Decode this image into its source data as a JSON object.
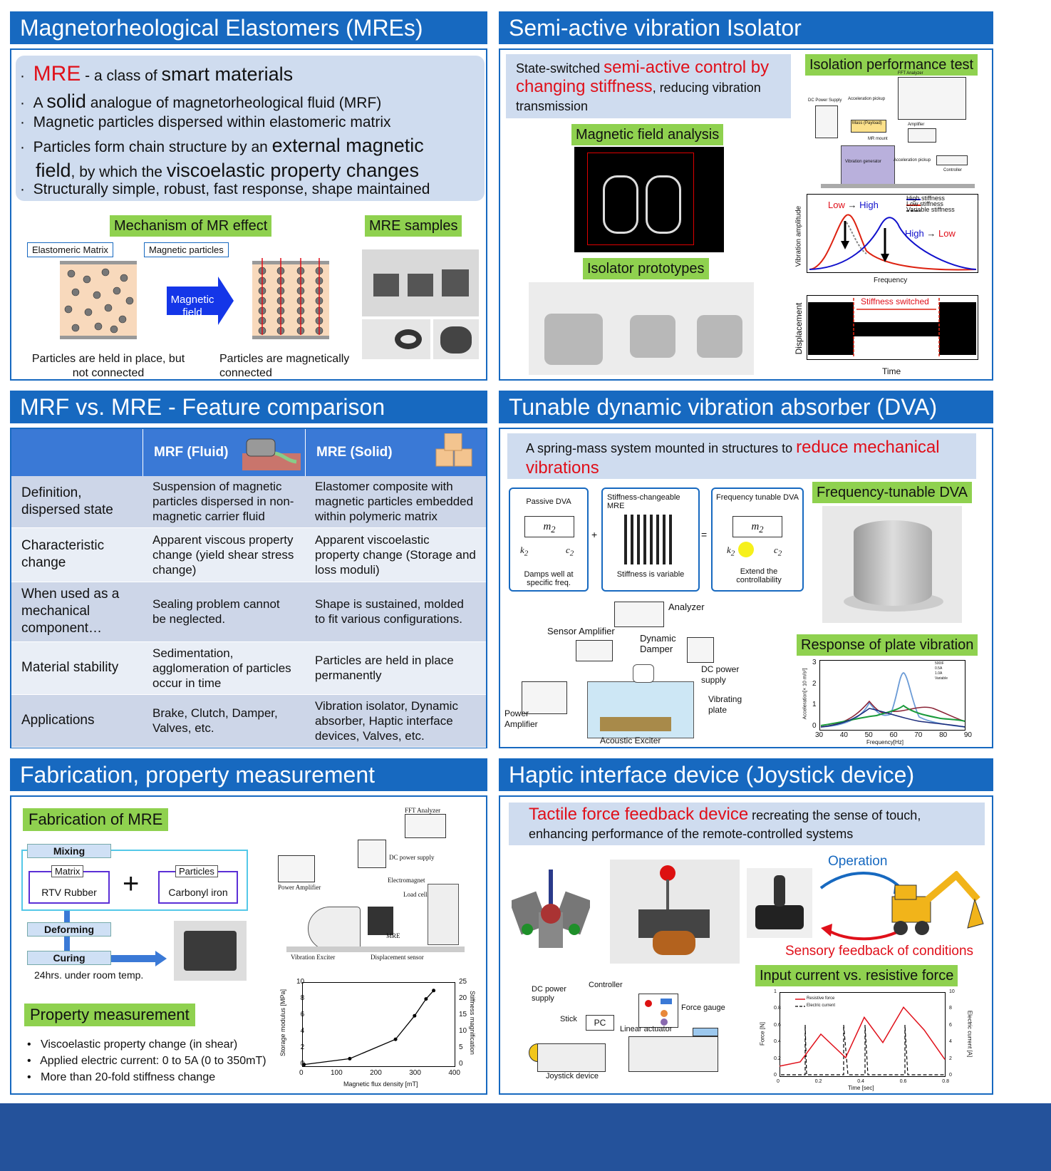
{
  "mre": {
    "header": "Magnetorheological Elastomers (MREs)",
    "b1a": "MRE",
    "b1b": " - a class of ",
    "b1c": "smart materials",
    "b2a": "A ",
    "b2b": "solid",
    "b2c": " analogue of magnetorheological fluid (MRF)",
    "b3": "Magnetic particles dispersed within elastomeric matrix",
    "b4a": "Particles form chain structure by an ",
    "b4b": "external magnetic field",
    "b4c": ", by which the ",
    "b4d": "viscoelastic property changes",
    "b5": "Structurally simple, robust, fast response, shape maintained",
    "mech_label": "Mechanism of MR effect",
    "samples_label": "MRE samples",
    "matrix_label": "Elastomeric Matrix",
    "particles_label": "Magnetic particles",
    "arrow_label": "Magnetic field",
    "cap_left": "Particles are held in place, but not connected",
    "cap_right": "Particles are magnetically connected"
  },
  "iso": {
    "header": "Semi-active vibration Isolator",
    "desc_a": "State-switched ",
    "desc_b": "semi-active control by changing stiffness",
    "desc_c": ", reducing vibration transmission",
    "perf_label": "Isolation performance test",
    "field_label": "Magnetic field analysis",
    "proto_label": "Isolator prototypes",
    "setup": {
      "fft": "FFT Analyzer",
      "dc": "DC Power Supply",
      "acc1": "Acceleration pickup",
      "mass": "Mass (Payload)",
      "mount": "MR mount",
      "amp": "Amplifier",
      "gen": "Vibration generator",
      "acc2": "Acceleration pickup",
      "ctrl": "Controller"
    },
    "freq_plot": {
      "ylabel": "Vibration amplitude",
      "xlabel": "Frequency",
      "lh_a": "Low",
      "lh_b": "High",
      "hl_a": "High",
      "hl_b": "Low",
      "leg1": "High stiffness",
      "leg2": "Low stiffness",
      "leg3": "Variable stiffness"
    },
    "time_plot": {
      "ylabel": "Displacement",
      "xlabel": "Time",
      "switched": "Stiffness switched"
    }
  },
  "cmp": {
    "header": "MRF vs. MRE  - Feature comparison",
    "col1": "MRF (Fluid)",
    "col2": "MRE (Solid)",
    "rows": [
      {
        "k": "Definition, dispersed state",
        "a": "Suspension of magnetic particles dispersed in non-magnetic carrier fluid",
        "b": "Elastomer composite with magnetic particles embedded within polymeric matrix"
      },
      {
        "k": "Characteristic change",
        "a": "Apparent viscous property change (yield shear stress change)",
        "b": "Apparent viscoelastic property change (Storage and loss moduli)"
      },
      {
        "k": "When used as a mechanical component…",
        "a": "Sealing problem cannot be neglected.",
        "b": "Shape is sustained, molded to fit various configurations."
      },
      {
        "k": "Material stability",
        "a": "Sedimentation, agglomeration of particles occur in time",
        "b": "Particles are held in place permanently"
      },
      {
        "k": "Applications",
        "a": "Brake, Clutch, Damper, Valves, etc.",
        "b": "Vibration isolator, Dynamic absorber, Haptic interface devices, Valves, etc."
      }
    ]
  },
  "dva": {
    "header": "Tunable dynamic vibration absorber (DVA)",
    "desc_a": "A spring-mass system mounted in structures to ",
    "desc_b": "reduce mechanical vibrations",
    "ftd_label": "Frequency-tunable DVA",
    "resp_label": "Response of plate vibration",
    "passive": "Passive DVA",
    "passive_cap": "Damps well at specific freq.",
    "stiff": "Stiffness-changeable MRE",
    "stiff_cap": "Stiffness is variable",
    "tunable": "Frequency tunable DVA",
    "tunable_cap": "Extend the controllability",
    "m2": "m",
    "sub2": "2",
    "k2": "k",
    "c2": "c",
    "analyzer": "Analyzer",
    "sensor_amp": "Sensor Amplifier",
    "dyn_damper": "Dynamic Damper",
    "dc": "DC power supply",
    "vib_plate": "Vibrating plate",
    "power_amp": "Power Amplifier",
    "exciter": "Acoustic Exciter",
    "plot": {
      "ylabel": "Acceleration[× 10 m/s²]",
      "xlabel": "Frequency[Hz]",
      "xt": [
        "30",
        "40",
        "50",
        "60",
        "70",
        "80",
        "90"
      ],
      "yt": [
        "0",
        "1",
        "2",
        "3"
      ],
      "leg": [
        "500IF",
        "0.5A",
        "1.0A",
        "Variable"
      ]
    }
  },
  "fab": {
    "header": "Fabrication, property measurement",
    "fab_label": "Fabrication of MRE",
    "mixing": "Mixing",
    "matrix": "Matrix",
    "rtv": "RTV Rubber",
    "particles": "Particles",
    "carbonyl": "Carbonyl iron",
    "deforming": "Deforming",
    "curing": "Curing",
    "cure_note": "24hrs. under room temp.",
    "rig": {
      "fft": "FFT Analyzer",
      "dc": "DC power supply",
      "pamp": "Power Amplifier",
      "em": "Electromagnet",
      "lc": "Load cell",
      "mre": "MRE",
      "exc": "Vibration Exciter",
      "disp": "Displacement sensor"
    },
    "prop_label": "Property measurement",
    "bullets": [
      "Viscoelastic property change  (in shear)",
      "Applied electric current: 0 to 5A (0 to 350mT)",
      "More than 20-fold stiffness change"
    ],
    "plot": {
      "ylabel": "Storage modulus [MPa]",
      "y2label": "Stiffness magnification",
      "xlabel": "Magnetic flux density [mT]",
      "xt": [
        "0",
        "100",
        "200",
        "300",
        "400"
      ],
      "yt": [
        "0",
        "2",
        "4",
        "6",
        "8",
        "10"
      ],
      "y2t": [
        "0",
        "5",
        "10",
        "15",
        "20",
        "25"
      ]
    }
  },
  "hap": {
    "header": "Haptic interface device (Joystick device)",
    "desc_a": "Tactile force feedback device",
    "desc_b": " recreating the sense of touch, enhancing performance of the remote-controlled systems",
    "operation": "Operation",
    "feedback": "Sensory feedback of conditions",
    "dc": "DC power supply",
    "controller": "Controller",
    "pc": "PC",
    "stick": "Stick",
    "force_gauge": "Force gauge",
    "linear": "Linear actuator",
    "joystick": "Joystick device",
    "io_label": "Input current vs. resistive force",
    "plot": {
      "ylabel": "Force [N]",
      "y2label": "Electric current [A]",
      "xlabel": "Time [sec]",
      "xt": [
        "0",
        "0.2",
        "0.4",
        "0.6",
        "0.8"
      ],
      "yt": [
        "0",
        "0.2",
        "0.4",
        "0.6",
        "0.8",
        "1"
      ],
      "y2t": [
        "0",
        "2",
        "4",
        "6",
        "8",
        "10"
      ],
      "leg1": "Resistive force",
      "leg2": "Electric current"
    }
  },
  "chart_data": [
    {
      "type": "line",
      "title": "",
      "xlabel": "Magnetic flux density [mT]",
      "ylabel": "Storage modulus [MPa]",
      "xlim": [
        0,
        400
      ],
      "ylim": [
        0,
        10
      ],
      "series": [
        {
          "values": [
            [
              5,
              0.2
            ],
            [
              125,
              0.9
            ],
            [
              245,
              3.2
            ],
            [
              295,
              6.0
            ],
            [
              325,
              8.0
            ],
            [
              345,
              9.0
            ]
          ]
        }
      ]
    },
    {
      "type": "line",
      "title": "",
      "xlabel": "Time [sec]",
      "ylabel": "Force [N]",
      "xlim": [
        0,
        0.8
      ],
      "ylim": [
        0,
        1
      ],
      "series": [
        {
          "name": "Resistive force",
          "values": [
            [
              0,
              0.12
            ],
            [
              0.1,
              0.17
            ],
            [
              0.2,
              0.5
            ],
            [
              0.32,
              0.22
            ],
            [
              0.41,
              0.7
            ],
            [
              0.5,
              0.4
            ],
            [
              0.6,
              0.82
            ],
            [
              0.7,
              0.55
            ],
            [
              0.8,
              0.2
            ]
          ]
        }
      ]
    }
  ]
}
